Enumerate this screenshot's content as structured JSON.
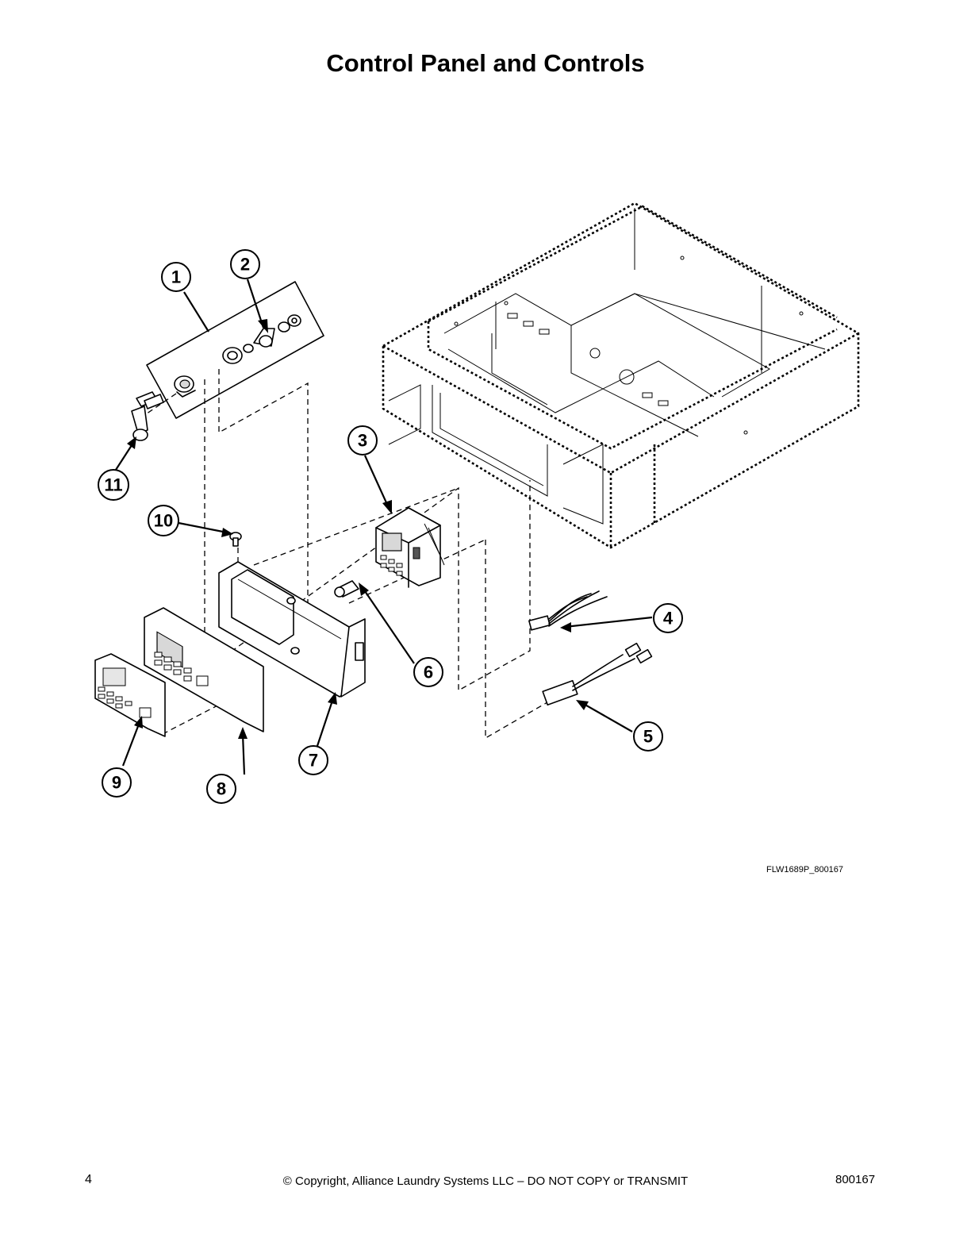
{
  "title": "Control Panel and Controls",
  "figure_id": "FLW1689P_800167",
  "callouts": [
    "1",
    "2",
    "3",
    "4",
    "5",
    "6",
    "7",
    "8",
    "9",
    "10",
    "11"
  ],
  "footer": {
    "page_number": "4",
    "copyright": "© Copyright, Alliance Laundry Systems LLC – DO NOT COPY or TRANSMIT",
    "document_number": "800167"
  }
}
